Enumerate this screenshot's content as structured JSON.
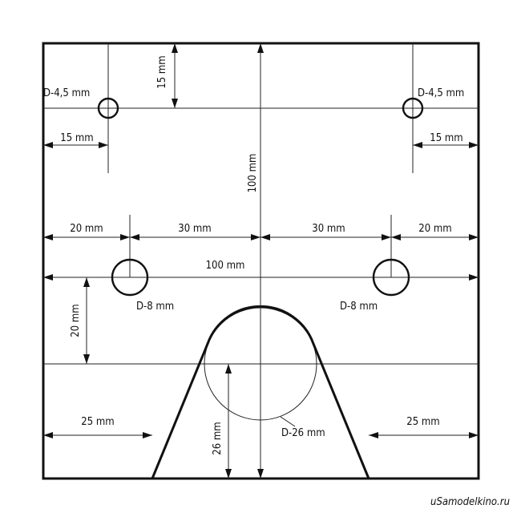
{
  "colors": {
    "ink": "#111111",
    "background": "#ffffff",
    "watermark": "#8a8a8a"
  },
  "labels": {
    "hole_small_left": "D-4,5 mm",
    "hole_small_right": "D-4,5 mm",
    "dim_15_top": "15 mm",
    "dim_15_left": "15 mm",
    "dim_15_right": "15 mm",
    "dim_100_vertical": "100 mm",
    "dim_20_left": "20 mm",
    "dim_30_left": "30 mm",
    "dim_30_right": "30 mm",
    "dim_20_right": "20 mm",
    "dim_100_horizontal": "100 mm",
    "hole_large_left": "D-8 mm",
    "hole_large_right": "D-8 mm",
    "dim_20_vertical": "20 mm",
    "dim_25_left": "25 mm",
    "dim_25_right": "25 mm",
    "dim_26_vertical": "26 mm",
    "arc_diameter": "D-26 mm"
  },
  "watermark": "uSamodelkino.ru"
}
